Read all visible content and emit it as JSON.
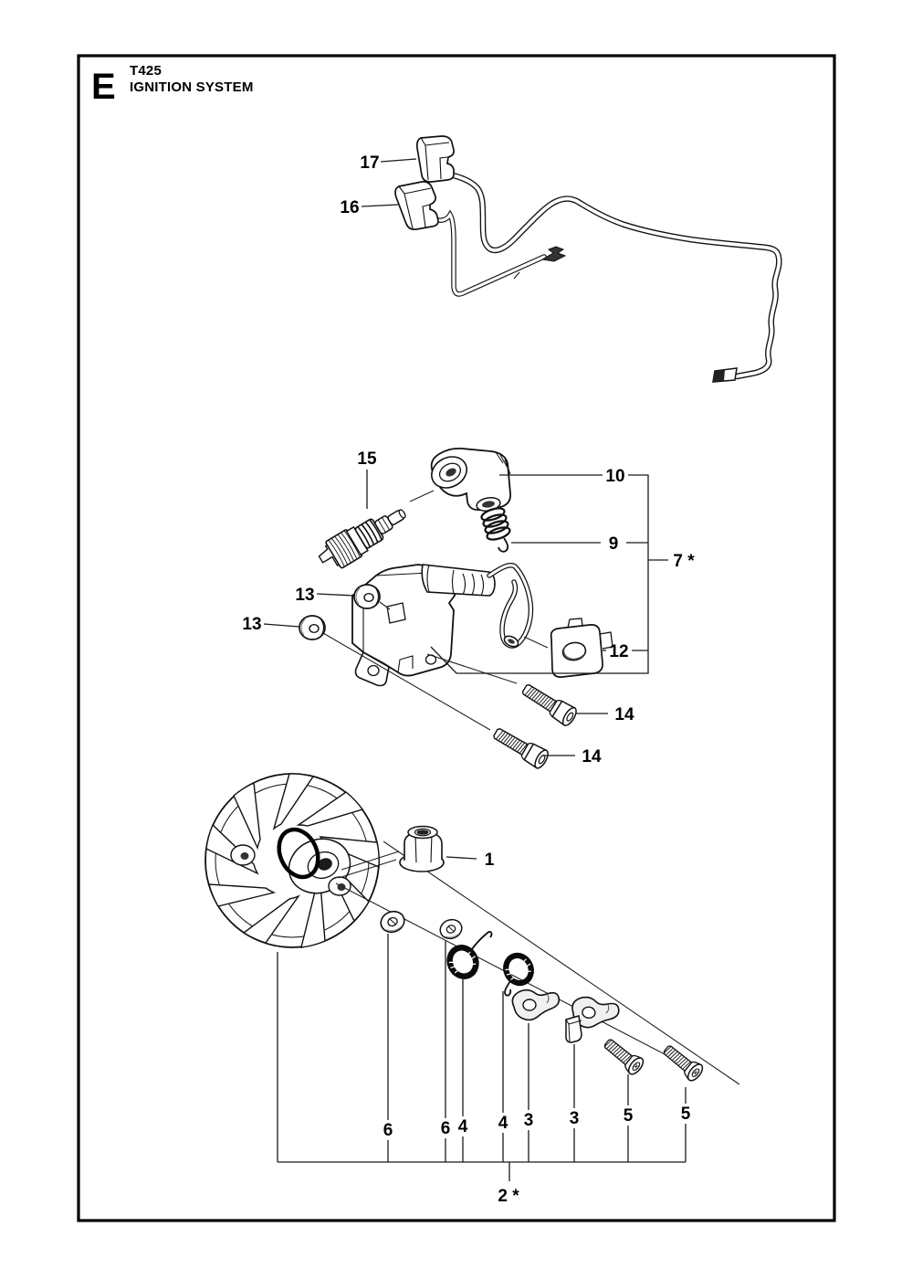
{
  "header": {
    "section_letter": "E",
    "model": "T425",
    "title": "IGNITION SYSTEM"
  },
  "callouts": {
    "c17": "17",
    "c16": "16",
    "c15": "15",
    "c10": "10",
    "c9": "9",
    "c7": "7 *",
    "c13a": "13",
    "c13b": "13",
    "c12": "12",
    "c14a": "14",
    "c14b": "14",
    "c1": "1",
    "c6a": "6",
    "c6b": "6",
    "c4a": "4",
    "c4b": "4",
    "c3a": "3",
    "c3b": "3",
    "c5a": "5",
    "c5b": "5",
    "c2": "2 *"
  },
  "line_color": "#111111",
  "background_color": "#ffffff"
}
